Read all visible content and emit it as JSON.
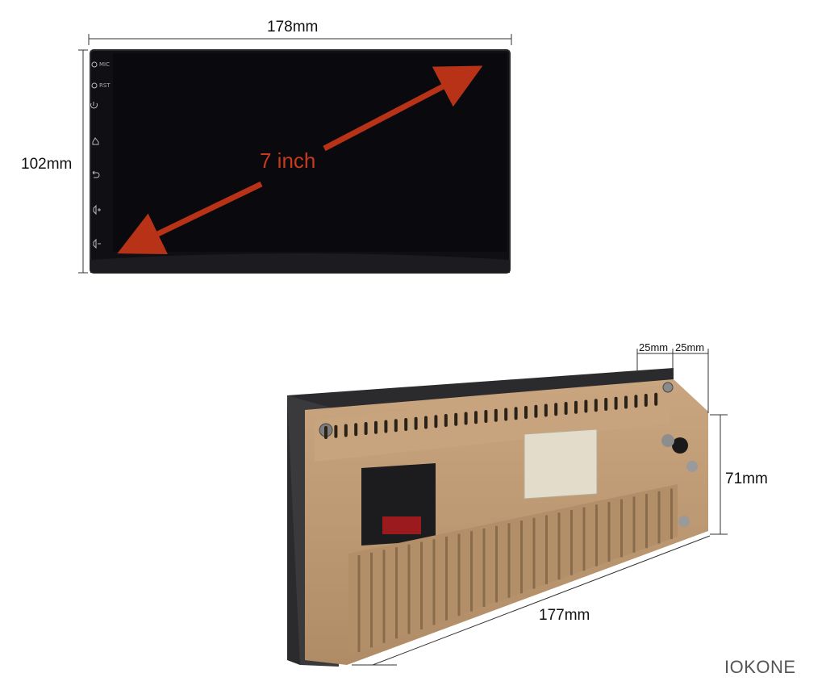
{
  "dimensions": {
    "front_width": "178mm",
    "front_height": "102mm",
    "screen_diagonal": "7 inch",
    "rear_depth_a": "25mm",
    "rear_depth_b": "25mm",
    "rear_height": "71mm",
    "rear_width": "177mm"
  },
  "side_buttons": {
    "mic": "MIC",
    "rst": "RST"
  },
  "brand": "IOKONE",
  "colors": {
    "arrow": "#b83218",
    "chassis": "#c4a07a",
    "screen": "#0d0d12"
  }
}
